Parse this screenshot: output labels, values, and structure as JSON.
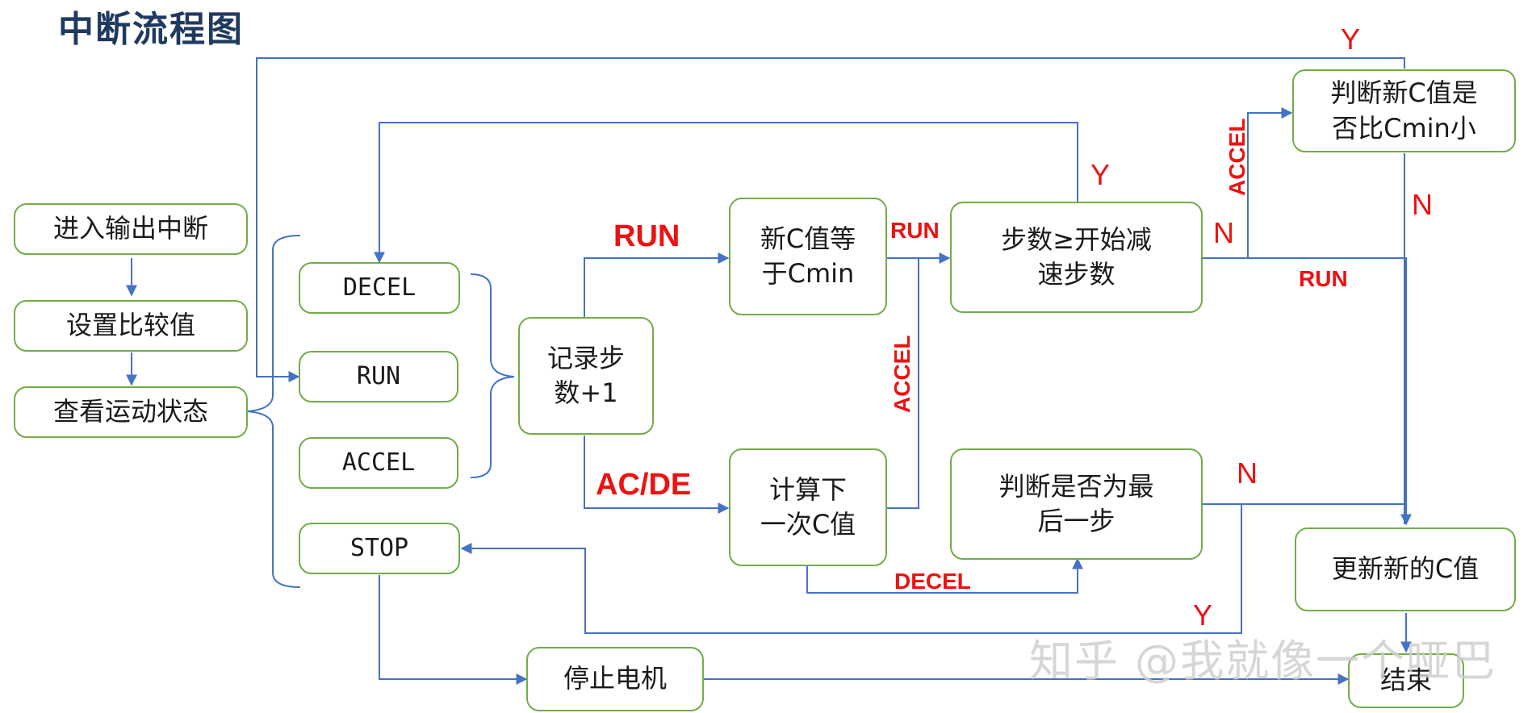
{
  "title": "中断流程图",
  "boxes": {
    "enter_interrupt": "进入输出中断",
    "set_compare": "设置比较值",
    "check_state": "查看运动状态",
    "decel": "DECEL",
    "run": "RUN",
    "accel": "ACCEL",
    "stop": "STOP",
    "record_step": "记录步\n数+1",
    "new_c_eq_cmin": "新C值等\n于Cmin",
    "calc_next_c": "计算下\n一次C值",
    "step_ge_decel": "步数≥开始减\n速步数",
    "judge_last": "判断是否为最\n后一步",
    "judge_new_c": "判断新C值是\n否比Cmin小",
    "update_c": "更新新的C值",
    "stop_motor": "停止电机",
    "end": "结束"
  },
  "labels": {
    "run_top": "RUN",
    "acde": "AC/DE",
    "run_mid": "RUN",
    "accel_vert_mid": "ACCEL",
    "decel_bottom": "DECEL",
    "y_top_right": "Y",
    "y_mid": "Y",
    "n_mid": "N",
    "accel_vert_right": "ACCEL",
    "n_right": "N",
    "run_right": "RUN",
    "n_last": "N",
    "y_last": "Y"
  },
  "watermark": "知乎 @我就像一个哑巴",
  "colors": {
    "box_border": "#70ad47",
    "connector": "#4472c4",
    "label": "#ee1111",
    "title": "#1f3a60"
  }
}
